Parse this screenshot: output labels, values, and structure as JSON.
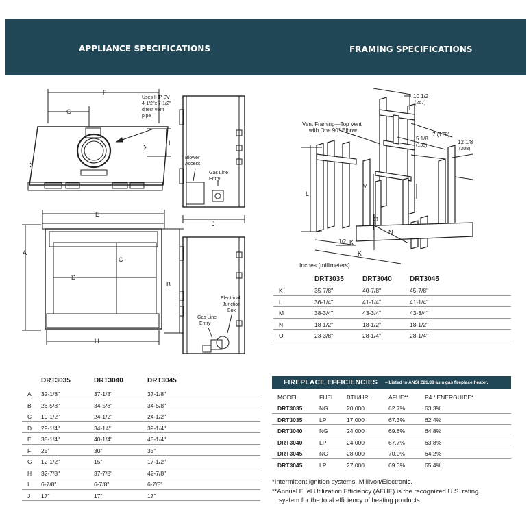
{
  "banner": {
    "appliance_title": "APPLIANCE SPECIFICATIONS",
    "framing_title": "FRAMING SPECIFICATIONS"
  },
  "diagram_labels": {
    "F": "F",
    "G": "G",
    "E": "E",
    "J": "J",
    "A": "A",
    "B": "B",
    "C": "C",
    "D": "D",
    "H": "H",
    "I": "I",
    "vent_note_1": "Uses IHP SV",
    "vent_note_2": "4-1/2\"x 7-1/2\"",
    "vent_note_3": "direct vent",
    "vent_note_4": "pipe",
    "blower_1": "Blower",
    "blower_2": "Access",
    "gas_1": "Gas Line",
    "gas_2": "Entry",
    "gas2_1": "Gas Line",
    "gas2_2": "Entry",
    "elec_1": "Electrical",
    "elec_2": "Junction",
    "elec_3": "Box",
    "vf_1": "Vent Framing—Top Vent",
    "vf_2": "with One 90° Elbow",
    "d1": "10 1/2",
    "d1m": "(267)",
    "d2": "7 (178)",
    "d3": "5 1/8",
    "d3m": "(130)",
    "d4": "12 1/8",
    "d4m": "(308)",
    "L": "L",
    "M": "M",
    "O": "O",
    "N": "N",
    "K": "K",
    "K2": "K",
    "half_k": "1/2",
    "units": "Inches (millimeters)"
  },
  "framing_table": {
    "headers": [
      "DRT3035",
      "DRT3040",
      "DRT3045"
    ],
    "rows": [
      {
        "label": "K",
        "values": [
          "35-7/8\"",
          "40-7/8\"",
          "45-7/8\""
        ]
      },
      {
        "label": "L",
        "values": [
          "36-1/4\"",
          "41-1/4\"",
          "41-1/4\""
        ]
      },
      {
        "label": "M",
        "values": [
          "38-3/4\"",
          "43-3/4\"",
          "43-3/4\""
        ]
      },
      {
        "label": "N",
        "values": [
          "18-1/2\"",
          "18-1/2\"",
          "18-1/2\""
        ]
      },
      {
        "label": "O",
        "values": [
          "23-3/8\"",
          "28-1/4\"",
          "28-1/4\""
        ]
      }
    ]
  },
  "appliance_table": {
    "headers": [
      "DRT3035",
      "DRT3040",
      "DRT3045"
    ],
    "rows": [
      {
        "label": "A",
        "values": [
          "32-1/8\"",
          "37-1/8\"",
          "37-1/8\""
        ]
      },
      {
        "label": "B",
        "values": [
          "26-5/8\"",
          "34-5/8\"",
          "34-5/8\""
        ]
      },
      {
        "label": "C",
        "values": [
          "19-1/2\"",
          "24-1/2\"",
          "24-1/2\""
        ]
      },
      {
        "label": "D",
        "values": [
          "29-1/4\"",
          "34-14\"",
          "39-1/4\""
        ]
      },
      {
        "label": "E",
        "values": [
          "35-1/4\"",
          "40-1/4\"",
          "45-1/4\""
        ]
      },
      {
        "label": "F",
        "values": [
          "25\"",
          "30\"",
          "35\""
        ]
      },
      {
        "label": "G",
        "values": [
          "12-1/2\"",
          "15\"",
          "17-1/2\""
        ]
      },
      {
        "label": "H",
        "values": [
          "32-7/8\"",
          "37-7/8\"",
          "42-7/8\""
        ]
      },
      {
        "label": "I",
        "values": [
          "6-7/8\"",
          "6-7/8\"",
          "6-7/8\""
        ]
      },
      {
        "label": "J",
        "values": [
          "17\"",
          "17\"",
          "17\""
        ]
      }
    ]
  },
  "efficiencies": {
    "title": "FIREPLACE EFFICIENCIES",
    "subtitle": "– Listed to ANSI Z21.88 as a gas fireplace heater.",
    "headers": [
      "MODEL",
      "FUEL",
      "BTU/HR",
      "AFUE**",
      "P4 / ENERGUIDE*"
    ],
    "rows": [
      [
        "DRT3035",
        "NG",
        "20,000",
        "62.7%",
        "63.3%"
      ],
      [
        "DRT3035",
        "LP",
        "17,000",
        "67.3%",
        "62.4%"
      ],
      [
        "DRT3040",
        "NG",
        "24,000",
        "69.8%",
        "64.8%"
      ],
      [
        "DRT3040",
        "LP",
        "24,000",
        "67.7%",
        "63.8%"
      ],
      [
        "DRT3045",
        "NG",
        "28,000",
        "70.0%",
        "64.2%"
      ],
      [
        "DRT3045",
        "LP",
        "27,000",
        "69.3%",
        "65.4%"
      ]
    ],
    "note1": "*Intermittent ignition systems. Millivolt/Electronic.",
    "note2": "**Annual Fuel Utilization Efficiency (AFUE) is the recognized U.S. rating",
    "note3": "system for the total efficiency of heating products."
  },
  "colors": {
    "banner": "#214655",
    "text": "#222222"
  }
}
